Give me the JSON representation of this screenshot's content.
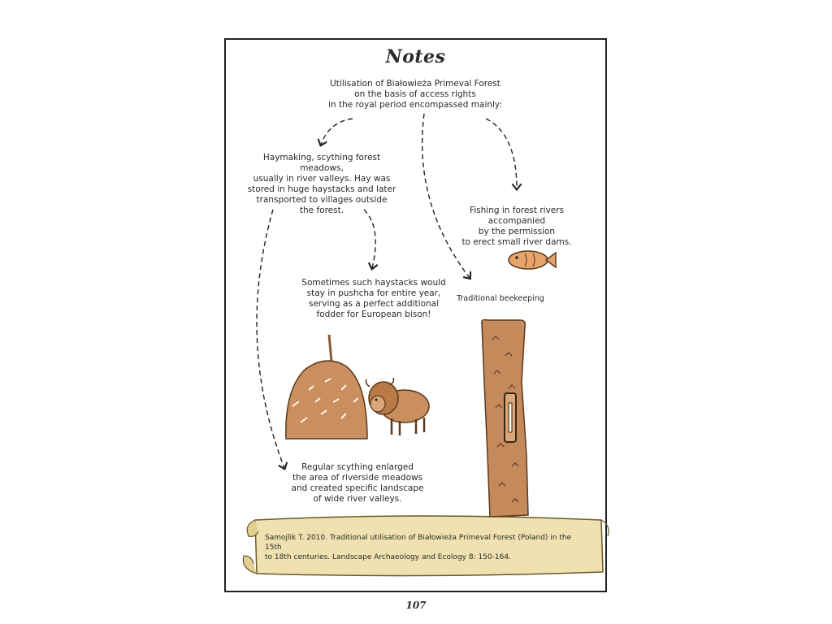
{
  "title": "Notes",
  "intro": [
    "Utilisation of Białowieża Primeval Forest",
    "on the basis of access rights",
    "in the royal period encompassed mainly:"
  ],
  "haymaking": [
    "Haymaking, scything forest meadows,",
    "usually in river valleys. Hay was",
    "stored in huge haystacks and later",
    "transported to villages outside",
    "the forest."
  ],
  "fishing": [
    "Fishing in forest rivers",
    "accompanied",
    "by the permission",
    "to erect small river dams."
  ],
  "haystacks": [
    "Sometimes such haystacks would",
    "stay in pushcha for entire year,",
    "serving as a perfect additional",
    "fodder for European bison!"
  ],
  "beekeeping": "Traditional beekeeping",
  "scything": [
    "Regular scything enlarged",
    "the area of riverside meadows",
    "and created specific landscape",
    "of wide river valleys."
  ],
  "reference": [
    "Samojlik T. 2010. Traditional utilisation of Białowieża Primeval Forest (Poland) in the 15th",
    "to 18th centuries. Landscape Archaeology and Ecology 8: 150-164."
  ],
  "page_number": "107",
  "colors": {
    "hay": "#c98f5e",
    "hay_dark": "#8a5a32",
    "tree": "#c48a5c",
    "scroll": "#efe2b0",
    "fish": "#e6a46a"
  }
}
